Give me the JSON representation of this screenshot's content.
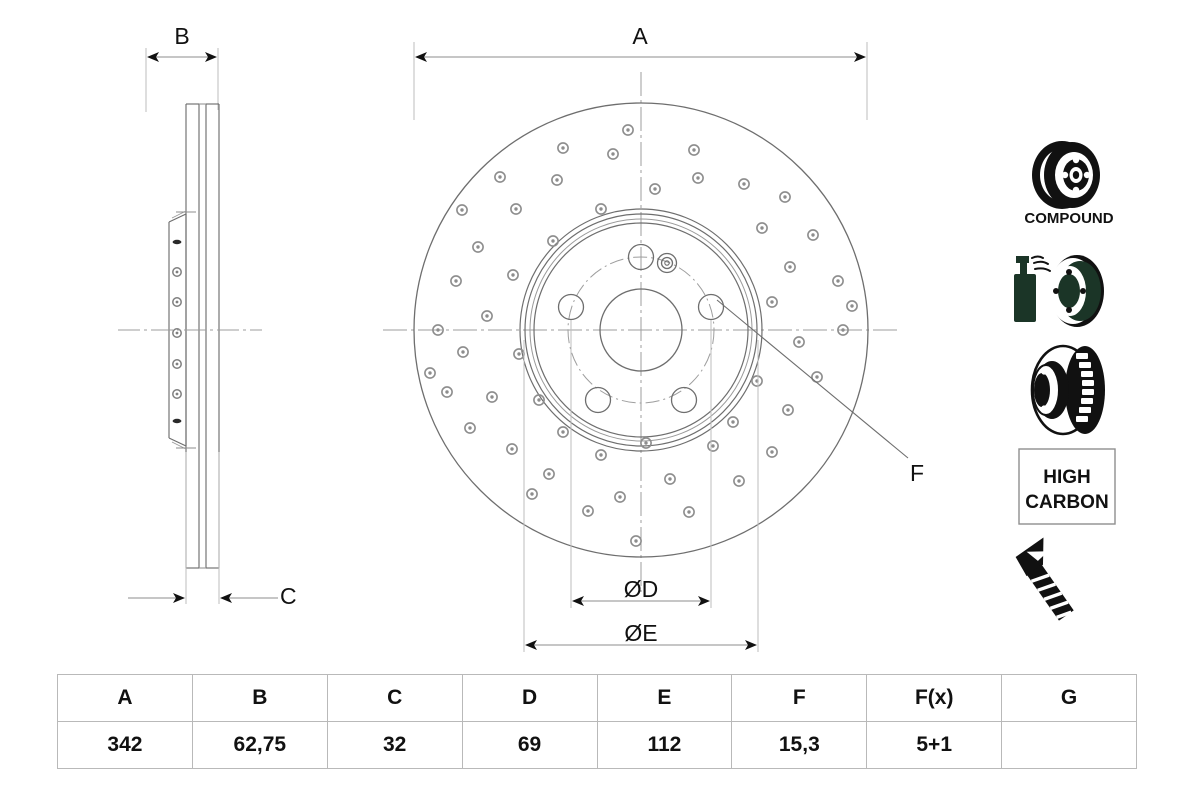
{
  "drawing": {
    "title": "Brake disc technical drawing",
    "dimensions": {
      "A": "A",
      "B": "B",
      "C": "C",
      "D": "ØD",
      "E": "ØE",
      "F": "F"
    }
  },
  "icons": {
    "compound": {
      "name": "compound-disc-icon",
      "label": "COMPOUND"
    },
    "coating": {
      "name": "coated-disc-icon",
      "label": ""
    },
    "vented": {
      "name": "vented-disc-icon",
      "label": ""
    },
    "high_carbon": {
      "name": "high-carbon-badge",
      "line1": "HIGH",
      "line2": "CARBON"
    },
    "screw": {
      "name": "countersunk-screw-icon",
      "label": ""
    }
  },
  "colors": {
    "line": "#5a5a5a",
    "hole": "#8a8a8a",
    "text": "#111111",
    "spray_green": "#1b3527",
    "icon_black": "#111111",
    "table_border": "#b9b9b9"
  },
  "table": {
    "headers": [
      "A",
      "B",
      "C",
      "D",
      "E",
      "F",
      "F(x)",
      "G"
    ],
    "values": [
      "342",
      "62,75",
      "32",
      "69",
      "112",
      "15,3",
      "5+1",
      ""
    ]
  }
}
